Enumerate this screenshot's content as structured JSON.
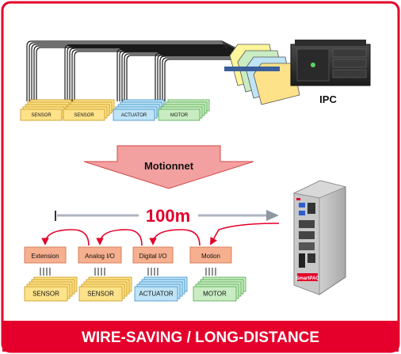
{
  "top": {
    "ipc_label": "IPC",
    "groups": [
      {
        "label": "SENSOR",
        "fill": "#fde28a",
        "stroke": "#c9961a"
      },
      {
        "label": "SENSOR",
        "fill": "#fde28a",
        "stroke": "#c9961a"
      },
      {
        "label": "ACTUATOR",
        "fill": "#bfe3f7",
        "stroke": "#3b8fc7"
      },
      {
        "label": "MOTOR",
        "fill": "#c9ecc2",
        "stroke": "#4ea84a"
      }
    ],
    "card_colors": [
      "#fff59a",
      "#c9ecc2",
      "#bfe3f7",
      "#fde28a"
    ]
  },
  "arrow": {
    "label": "Motionnet",
    "fill": "#f3a0a0",
    "stroke": "#d04a4a"
  },
  "distance": {
    "label": "100m",
    "color": "#e4002b"
  },
  "modules": [
    {
      "label": "Extension"
    },
    {
      "label": "Analog I/O"
    },
    {
      "label": "Digital I/O"
    },
    {
      "label": "Motion"
    }
  ],
  "bottom_groups": [
    {
      "label": "SENSOR",
      "fill": "#fde28a",
      "stroke": "#c9961a"
    },
    {
      "label": "SENSOR",
      "fill": "#fde28a",
      "stroke": "#c9961a"
    },
    {
      "label": "ACTUATOR",
      "fill": "#bfe3f7",
      "stroke": "#3b8fc7"
    },
    {
      "label": "MOTOR",
      "fill": "#c9ecc2",
      "stroke": "#4ea84a"
    }
  ],
  "banner": {
    "text": "WIRE-SAVING / LONG-DISTANCE",
    "bg": "#e4002b"
  },
  "device_brand": "SmartPAC"
}
